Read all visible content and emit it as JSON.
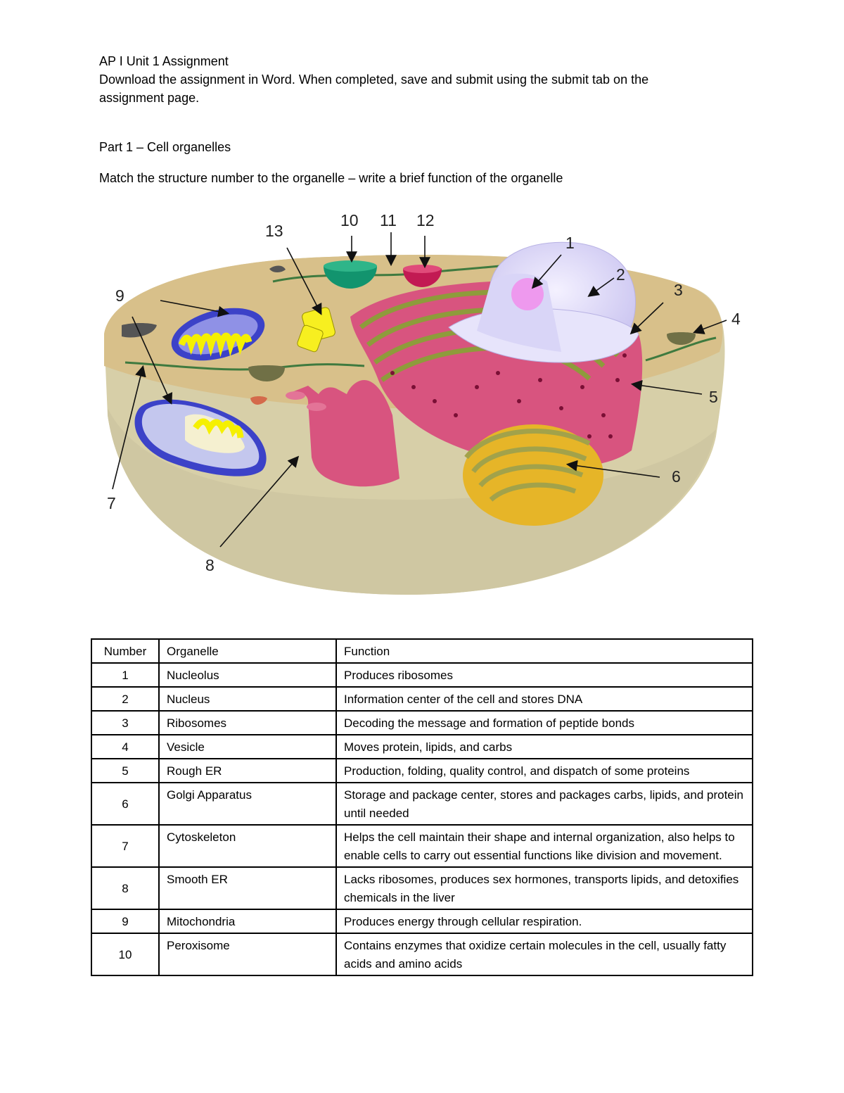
{
  "document": {
    "title": "AP I Unit 1 Assignment",
    "intro_line1": "Download the assignment in Word. When completed, save and submit using the submit tab on the",
    "intro_line2": "assignment page.",
    "part_heading": "Part 1 – Cell organelles",
    "instructions": "Match the structure number to the organelle – write a brief function of the organelle"
  },
  "figure": {
    "labels": [
      "1",
      "2",
      "3",
      "4",
      "5",
      "6",
      "7",
      "8",
      "9",
      "10",
      "11",
      "12",
      "13"
    ]
  },
  "table": {
    "headers": [
      "Number",
      "Organelle",
      "Function"
    ],
    "rows": [
      {
        "number": "1",
        "organelle": "Nucleolus",
        "function": "Produces ribosomes"
      },
      {
        "number": "2",
        "organelle": "Nucleus",
        "function": "Information center of the cell and stores DNA"
      },
      {
        "number": "3",
        "organelle": "Ribosomes",
        "function": "Decoding the message and formation of peptide bonds"
      },
      {
        "number": "4",
        "organelle": "Vesicle",
        "function": "Moves protein, lipids, and carbs"
      },
      {
        "number": "5",
        "organelle": "Rough ER",
        "function": "Production, folding, quality control, and dispatch of some proteins"
      },
      {
        "number": "6",
        "organelle": "Golgi Apparatus",
        "function": "Storage and package center, stores and packages carbs, lipids, and protein until needed"
      },
      {
        "number": "7",
        "organelle": "Cytoskeleton",
        "function": "Helps the cell maintain their shape and internal organization, also helps to enable cells to carry out essential functions like division and movement."
      },
      {
        "number": "8",
        "organelle": "Smooth ER",
        "function": "Lacks ribosomes, produces sex hormones, transports lipids, and detoxifies chemicals in the liver"
      },
      {
        "number": "9",
        "organelle": "Mitochondria",
        "function": "Produces energy through cellular respiration."
      },
      {
        "number": "10",
        "organelle": "Peroxisome",
        "function": "Contains enzymes that oxidize certain molecules in the cell, usually fatty acids and amino acids"
      }
    ]
  }
}
